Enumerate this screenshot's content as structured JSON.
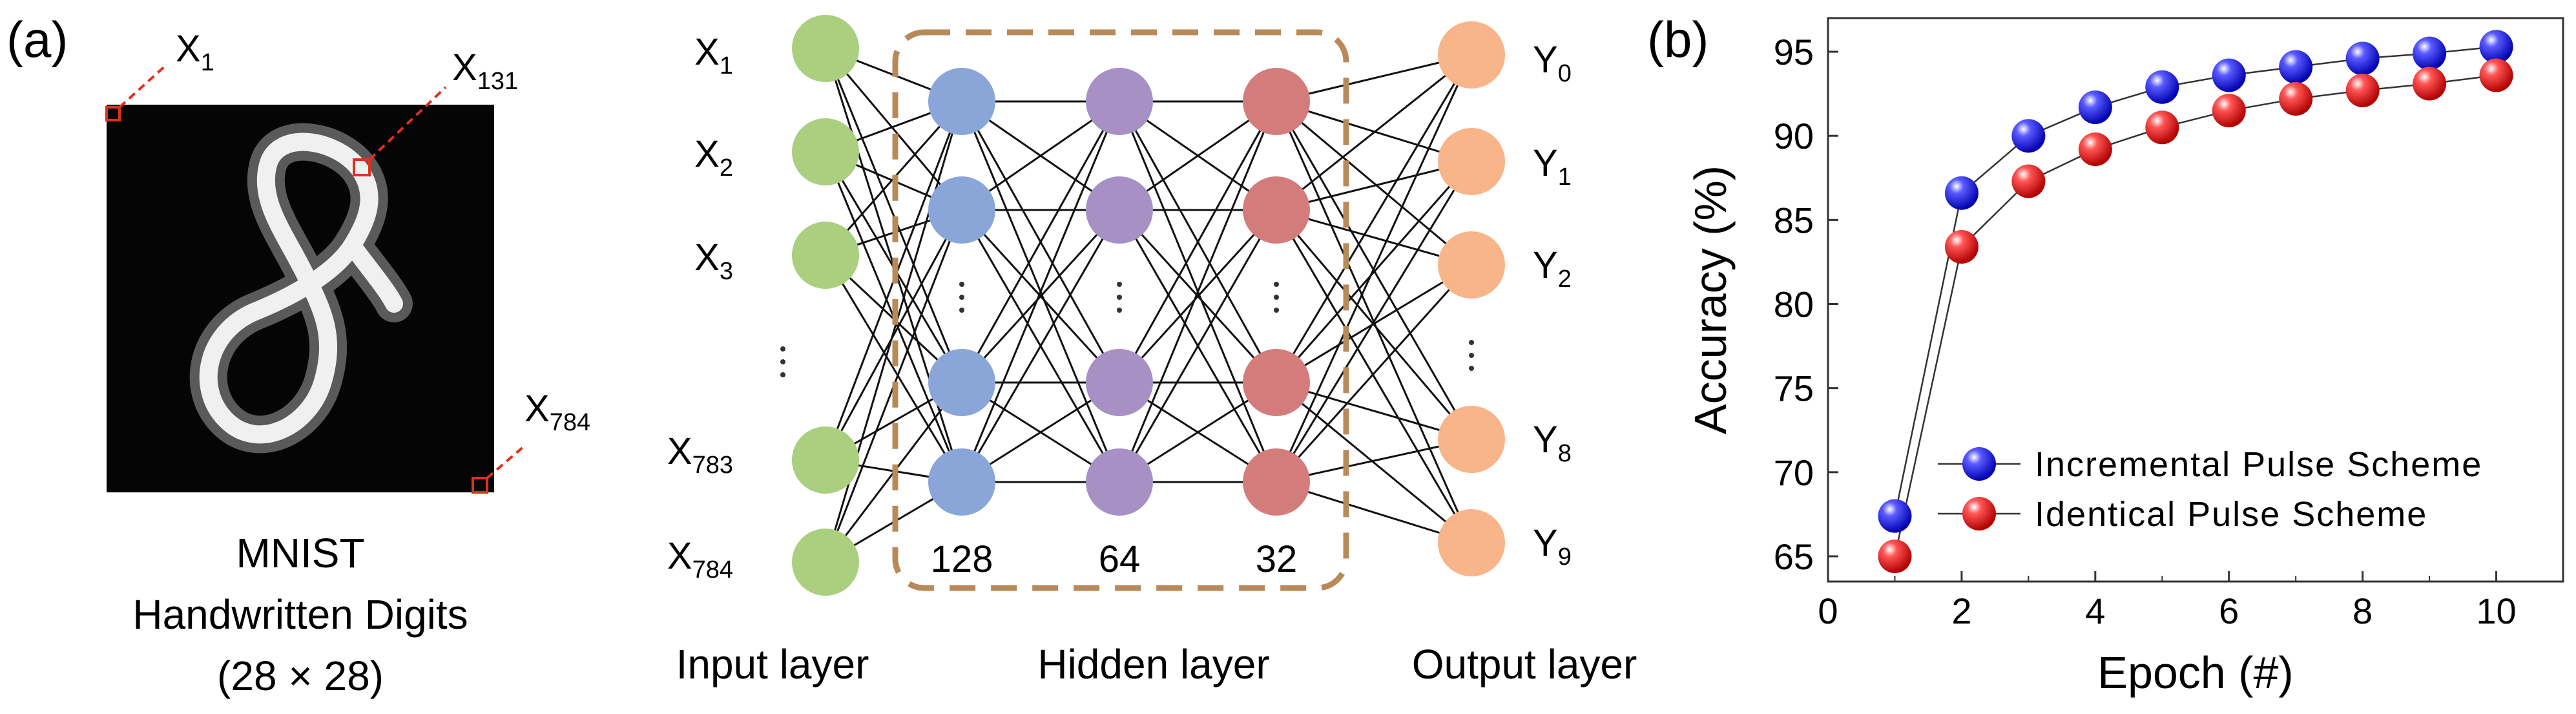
{
  "panel_a": {
    "label": "(a)",
    "mnist": {
      "caption_line1": "MNIST",
      "caption_line2": "Handwritten Digits",
      "caption_line3": "(28 × 28)",
      "pixel_labels": [
        {
          "main": "X",
          "sub": "1"
        },
        {
          "main": "X",
          "sub": "131"
        },
        {
          "main": "X",
          "sub": "784"
        }
      ]
    },
    "network": {
      "input_nodes": [
        {
          "main": "X",
          "sub": "1"
        },
        {
          "main": "X",
          "sub": "2"
        },
        {
          "main": "X",
          "sub": "3"
        },
        {
          "main": "X",
          "sub": "783"
        },
        {
          "main": "X",
          "sub": "784"
        }
      ],
      "output_nodes": [
        {
          "main": "Y",
          "sub": "0"
        },
        {
          "main": "Y",
          "sub": "1"
        },
        {
          "main": "Y",
          "sub": "2"
        },
        {
          "main": "Y",
          "sub": "8"
        },
        {
          "main": "Y",
          "sub": "9"
        }
      ],
      "hidden_sizes": [
        "128",
        "64",
        "32"
      ],
      "layer_labels": [
        "Input layer",
        "Hidden layer",
        "Output layer"
      ],
      "colors": {
        "input": "#a9cf7f",
        "hidden1": "#8aa6d8",
        "hidden2": "#a690c4",
        "hidden3": "#d47c7c",
        "output": "#f8b58a",
        "box": "#b88a5a"
      }
    }
  },
  "panel_b": {
    "label": "(b)"
  },
  "chart_data": {
    "type": "line",
    "xlabel": "Epoch (#)",
    "ylabel": "Accuracy (%)",
    "xlim": [
      0,
      11
    ],
    "ylim": [
      63.5,
      97
    ],
    "xticks": [
      0,
      2,
      4,
      6,
      8,
      10
    ],
    "yticks": [
      65,
      70,
      75,
      80,
      85,
      90,
      95
    ],
    "grid": false,
    "legend_position": "center-right",
    "x": [
      1,
      2,
      3,
      4,
      5,
      6,
      7,
      8,
      9,
      10
    ],
    "series": [
      {
        "name": "Incremental Pulse Scheme",
        "color": "#1a1aff",
        "values": [
          67.4,
          86.6,
          90.0,
          91.7,
          92.9,
          93.6,
          94.1,
          94.6,
          94.9,
          95.3
        ]
      },
      {
        "name": "Identical Pulse Scheme",
        "color": "#ff1a1a",
        "values": [
          65.0,
          83.4,
          87.3,
          89.2,
          90.5,
          91.5,
          92.2,
          92.7,
          93.1,
          93.6
        ]
      }
    ]
  }
}
